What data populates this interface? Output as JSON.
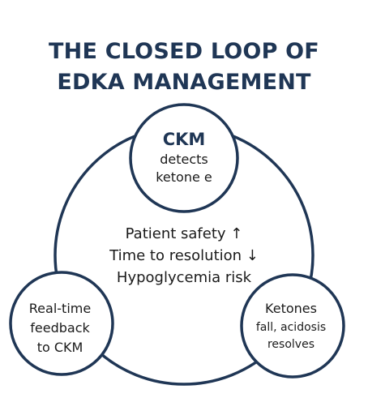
{
  "title": {
    "line1": "THE CLOSED LOOP OF",
    "line2": "EDKA MANAGEMENT"
  },
  "center": {
    "lines": [
      "Patient safety ↑",
      "Time to resolution ↓",
      "Hypoglycemia risk"
    ]
  },
  "nodes": {
    "top": {
      "heading": "CKM",
      "lines": [
        "detects",
        "ketone e"
      ]
    },
    "left": {
      "lines": [
        "Real-time",
        "feedback",
        "to CKM"
      ]
    },
    "right": {
      "lines": [
        "Ketones",
        "fall, acidosis",
        "resolves"
      ]
    }
  },
  "colors": {
    "stroke": "#1f3655",
    "title": "#1f3655",
    "text": "#1a1a1a",
    "background": "#ffffff"
  }
}
